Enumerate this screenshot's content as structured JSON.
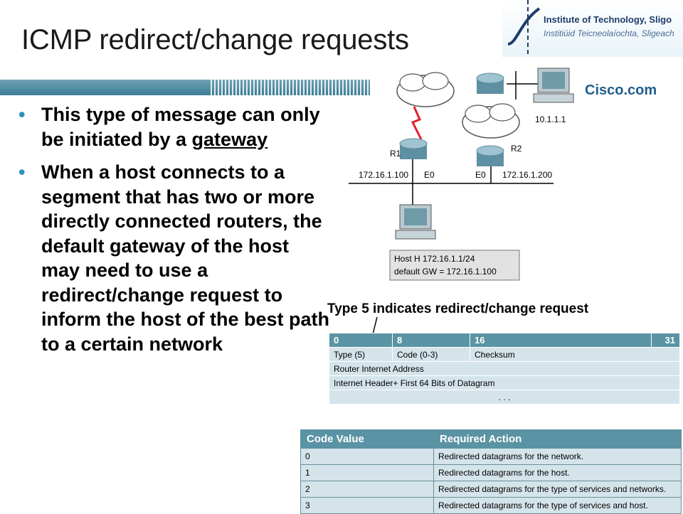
{
  "title": "ICMP redirect/change requests",
  "logo": {
    "line1": "Institute of Technology, Sligo",
    "line2": "Institiúid Teicneolaíochta, Sligeach",
    "cisco": "Cisco.com"
  },
  "bullets": [
    {
      "before": "This type of message can only be initiated by a ",
      "underlined": "gateway",
      "after": ""
    },
    {
      "before": "When a host connects to a segment that has two or more directly connected routers, the default gateway of the host may need to use a redirect/change request to inform the host of the best path to a certain network",
      "underlined": "",
      "after": ""
    }
  ],
  "diagram": {
    "r1": "R1",
    "r2": "R2",
    "ip_r1": "172.16.1.100",
    "e0_left": "E0",
    "e0_right": "E0",
    "ip_r2": "172.16.1.200",
    "remote_ip": "10.1.1.1",
    "host_line1": "Host H 172.16.1.1/24",
    "host_line2": "default GW = 172.16.1.100"
  },
  "caption": "Type 5 indicates redirect/change request",
  "header_table": {
    "bits": [
      "0",
      "8",
      "16",
      "31"
    ],
    "row1": [
      "Type (5)",
      "Code (0-3)",
      "Checksum"
    ],
    "row2": "Router Internet Address",
    "row3": "Internet Header+ First 64 Bits of Datagram",
    "row4": ". . ."
  },
  "code_table": {
    "headers": [
      "Code Value",
      "Required Action"
    ],
    "rows": [
      [
        "0",
        "Redirected datagrams for the network."
      ],
      [
        "1",
        "Redirected datagrams for the host."
      ],
      [
        "2",
        "Redirected datagrams for the type of services and networks."
      ],
      [
        "3",
        "Redirected datagrams for the type of services and host."
      ]
    ]
  }
}
